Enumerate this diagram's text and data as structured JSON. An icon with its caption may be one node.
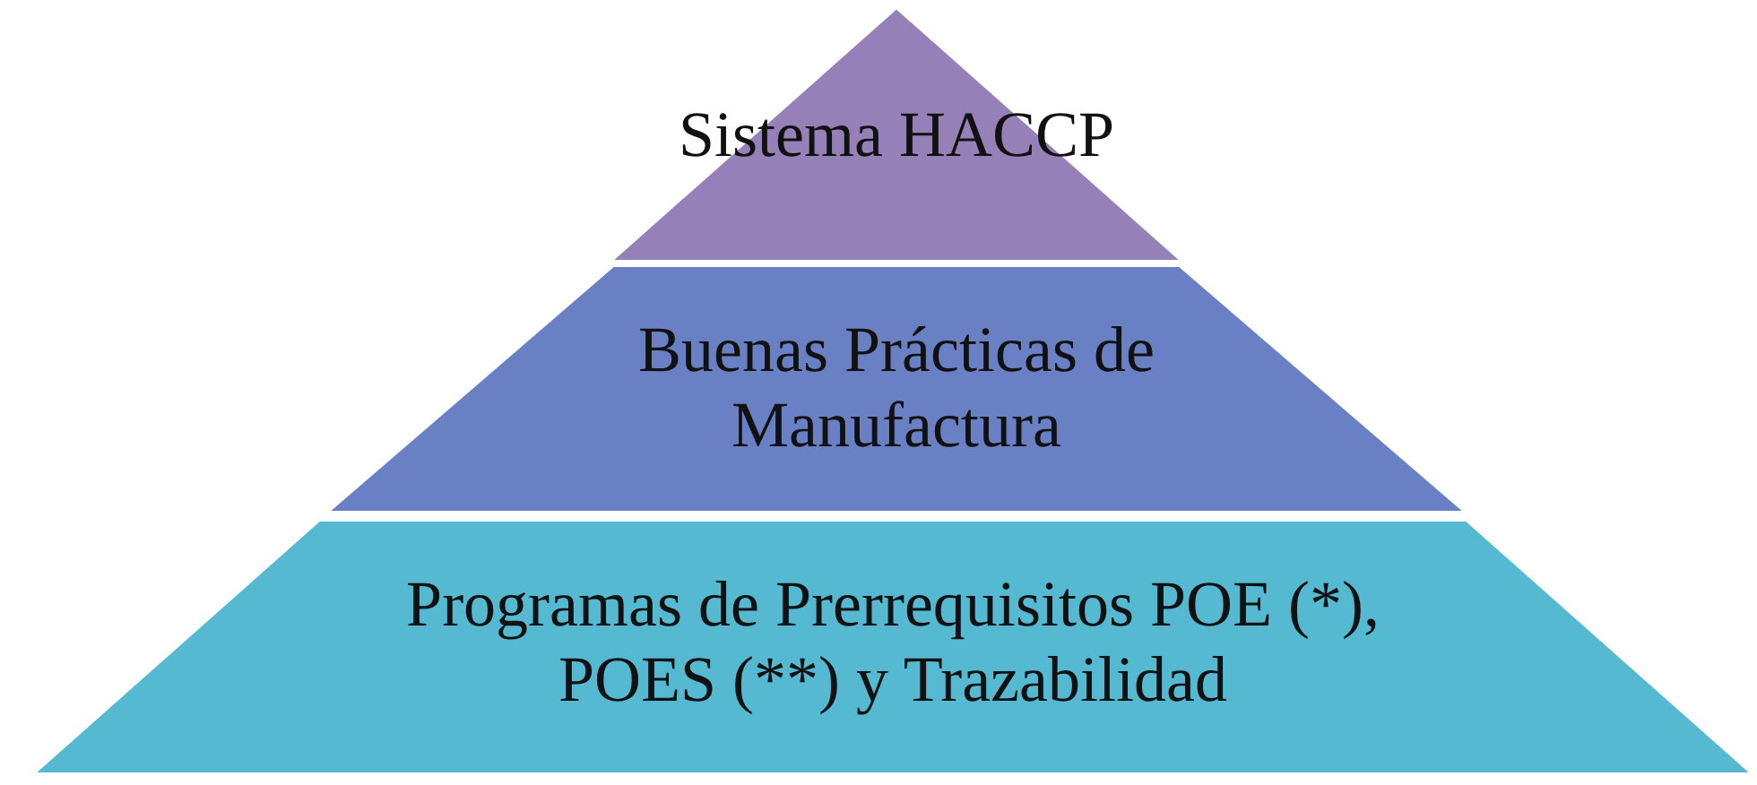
{
  "diagram": {
    "nodes": [
      {
        "text": [
          "Sistema HACCP"
        ]
      },
      {
        "text": [
          "Buenas Prácticas de Manufactura"
        ]
      },
      {
        "text": [
          "Programas de Prerrequisitos POE (*), POES (**) y Trazabilidad"
        ]
      }
    ]
  }
}
